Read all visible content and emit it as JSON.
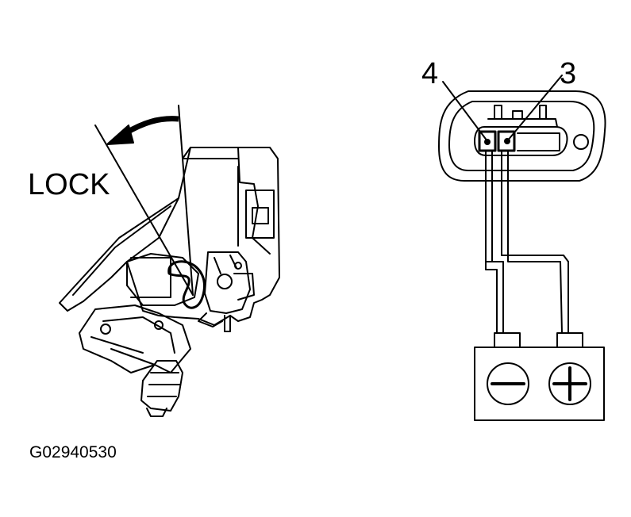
{
  "labels": {
    "lock": "LOCK",
    "pin_4": "4",
    "pin_3": "3",
    "figure_id": "G02940530"
  },
  "battery": {
    "negative_symbol": "minus",
    "positive_symbol": "plus"
  },
  "colors": {
    "ink": "#000000",
    "background": "#ffffff"
  }
}
